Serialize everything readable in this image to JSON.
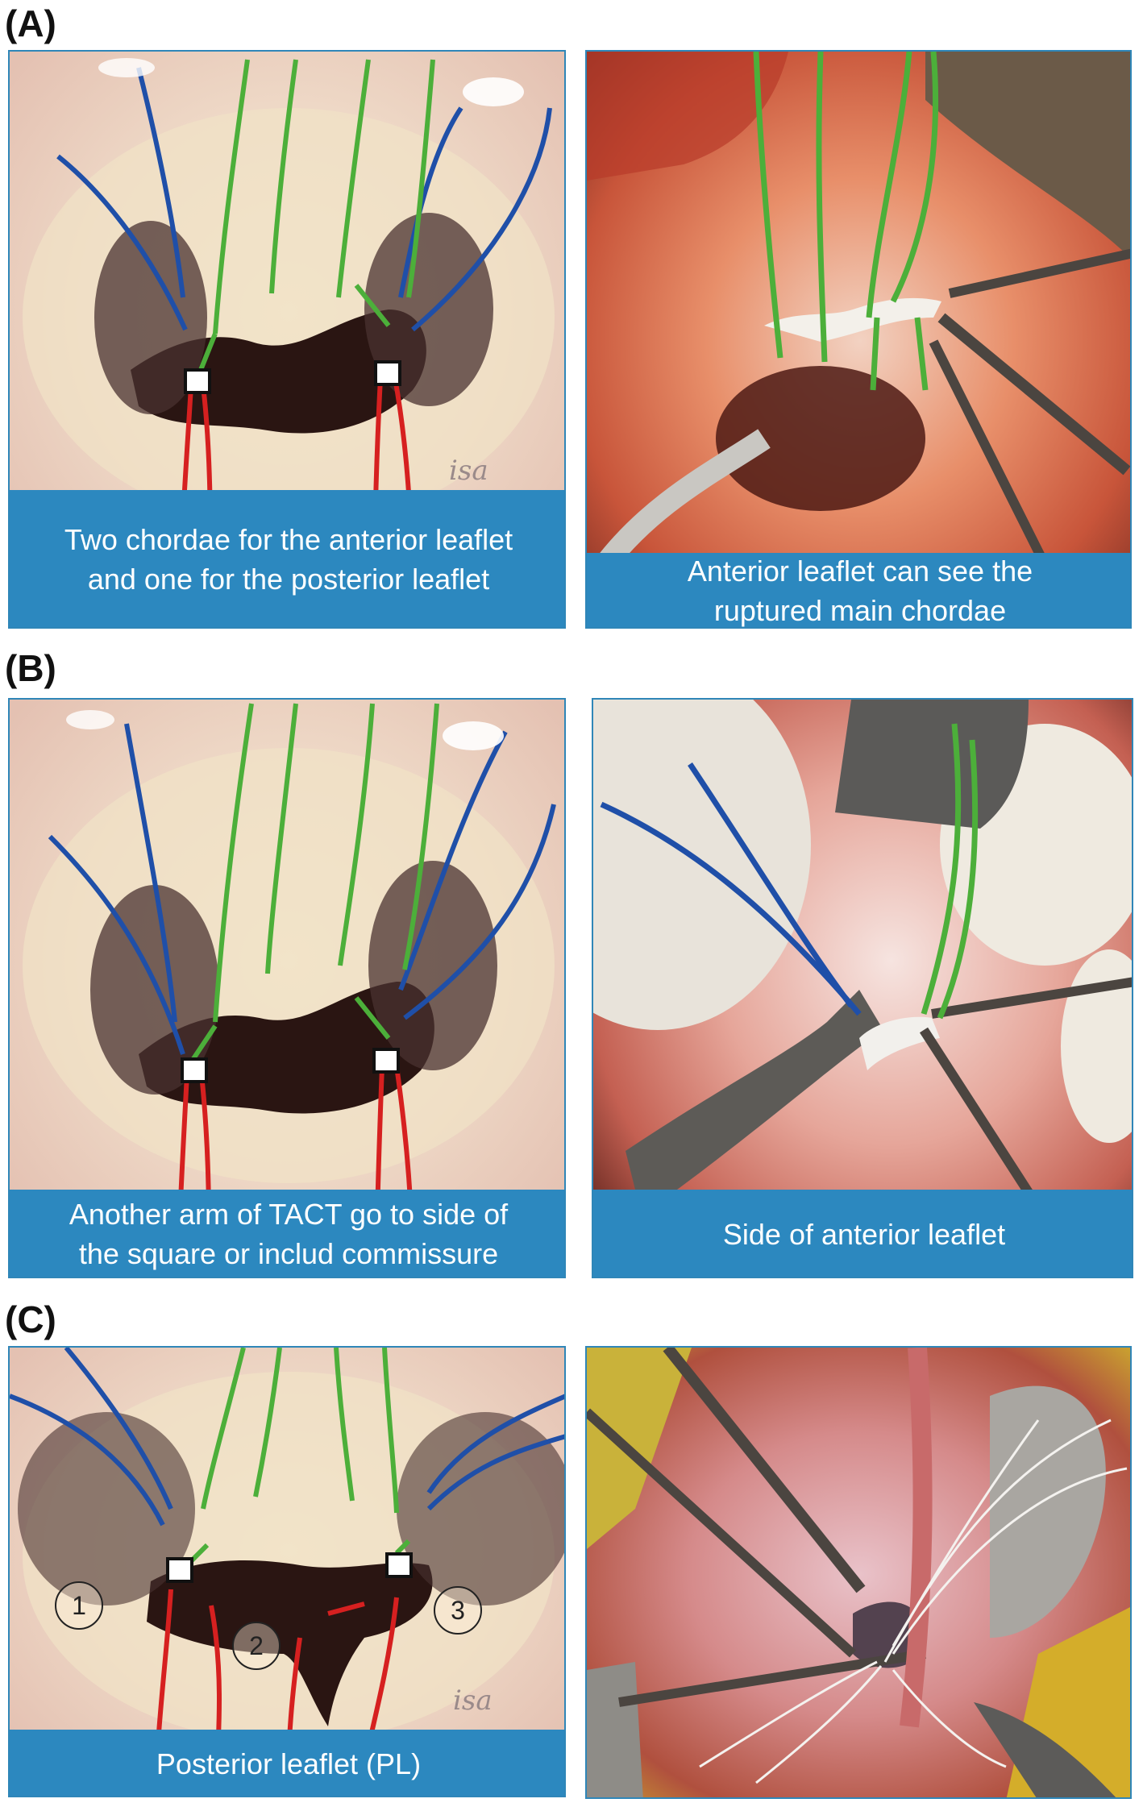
{
  "sections": [
    {
      "label": "(A)"
    },
    {
      "label": "(B)"
    },
    {
      "label": "(C)"
    }
  ],
  "captions": {
    "a_left": "Two chordae for the anterior leaflet\nand one for the posterior leaflet",
    "a_right": "Anterior leaflet can see the\nruptured main chordae",
    "b_left": "Another arm of TACT go to side of\nthe square or includ commissure",
    "b_right": "Side of anterior leaflet",
    "c_left": "Posterior leaflet (PL)"
  },
  "signature": "isa",
  "segments": [
    "1",
    "2",
    "3"
  ],
  "colors": {
    "caption_bg": "#2c88bf",
    "suture_blue": "#1f4fa8",
    "suture_green": "#4caf3a",
    "suture_red": "#d62020"
  }
}
